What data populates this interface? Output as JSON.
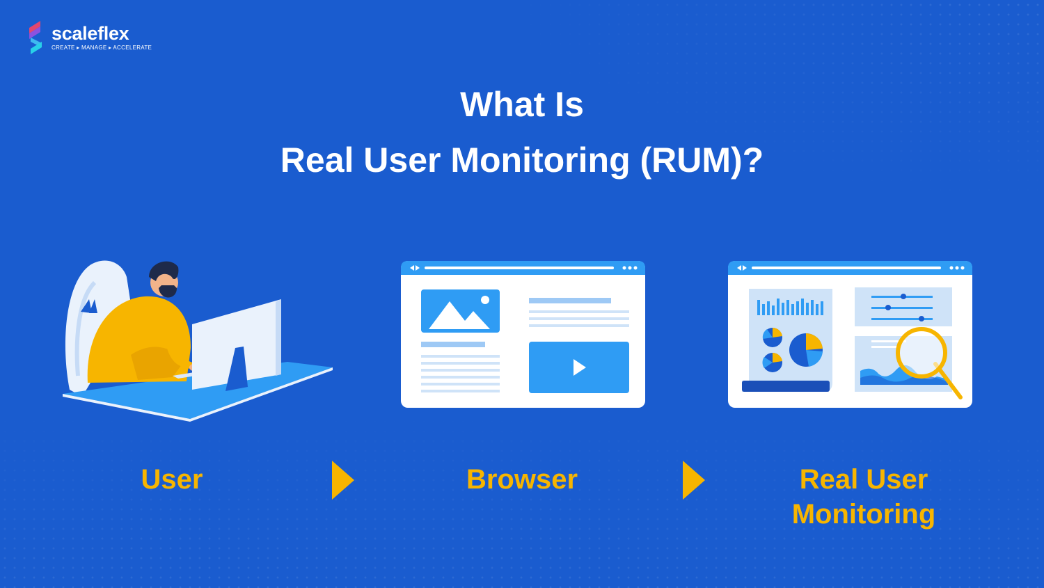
{
  "logo": {
    "name": "scaleflex",
    "tagline": "CREATE ▸ MANAGE ▸ ACCELERATE"
  },
  "title": {
    "line1": "What Is",
    "line2": "Real User Monitoring (RUM)?"
  },
  "steps": [
    {
      "label": "User",
      "icon": "person-at-computer-icon"
    },
    {
      "label": "Browser",
      "icon": "browser-window-icon"
    },
    {
      "label_line1": "Real User",
      "label_line2": "Monitoring",
      "icon": "analytics-dashboard-icon"
    }
  ],
  "colors": {
    "background": "#1a5ccf",
    "accent": "#f7b500",
    "text": "#ffffff"
  }
}
